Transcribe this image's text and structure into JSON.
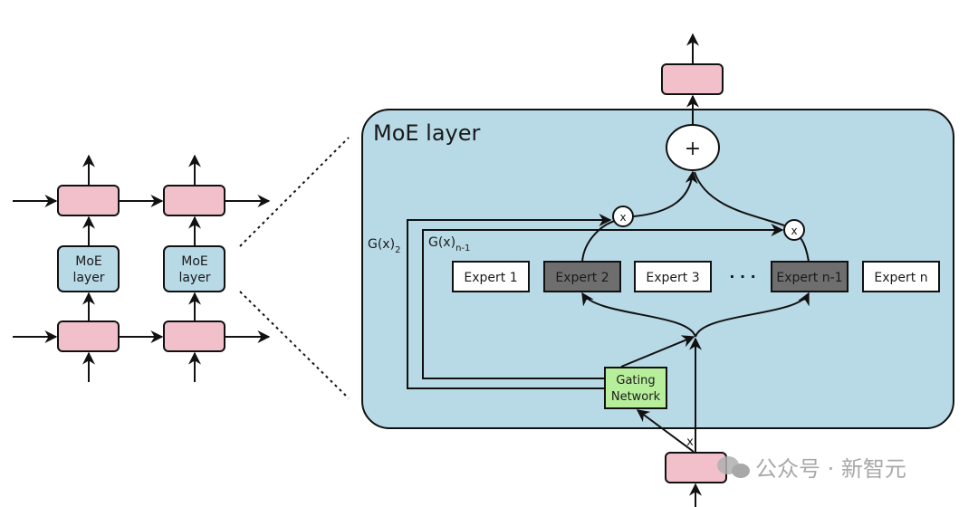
{
  "diagram": {
    "left": {
      "moe_block_label_line1": "MoE",
      "moe_block_label_line2": "layer",
      "columns": 2
    },
    "moe_layer": {
      "title": "MoE layer",
      "sum_symbol": "+",
      "multiply_symbol": "x",
      "gate_label_2_main": "G(x)",
      "gate_label_2_sub": "2",
      "gate_label_n1_main": "G(x)",
      "gate_label_n1_sub": "n-1",
      "ellipsis": "· · ·",
      "experts": [
        {
          "label": "Expert 1",
          "active": false
        },
        {
          "label": "Expert 2",
          "active": true
        },
        {
          "label": "Expert 3",
          "active": false
        },
        {
          "label": "Expert n-1",
          "active": true
        },
        {
          "label": "Expert n",
          "active": false
        }
      ],
      "gating_line1": "Gating",
      "gating_line2": "Network",
      "input_label": "x"
    },
    "watermark": "公众号 · 新智元",
    "colors": {
      "pink": "#f2c0cb",
      "blue": "#b8d9e6",
      "green": "#b7ee9b",
      "expert_active": "#6e6e6e",
      "expert_inactive": "#ffffff",
      "stroke": "#111111"
    }
  }
}
